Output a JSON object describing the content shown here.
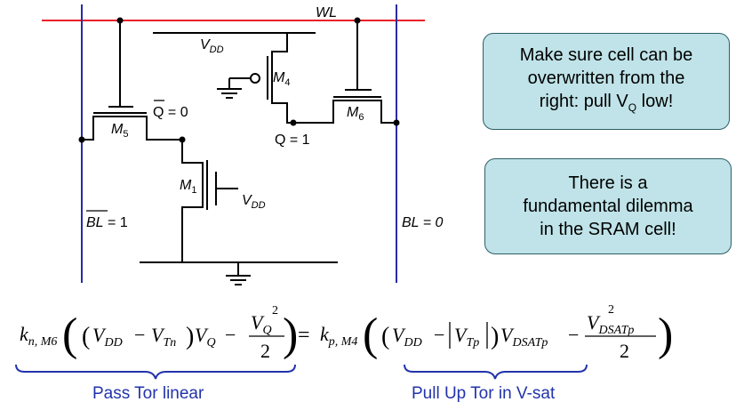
{
  "circuit": {
    "wl": "WL",
    "vdd_top": "V",
    "vdd_top_sub": "DD",
    "m4": "M",
    "m4_sub": "4",
    "m6": "M",
    "m6_sub": "6",
    "m5": "M",
    "m5_sub": "5",
    "m1": "M",
    "m1_sub": "1",
    "vdd_gate": "V",
    "vdd_gate_sub": "DD",
    "qbar_letter": "Q",
    "qbar_val": " = 0",
    "q_label": "Q = 1",
    "bl_bar_letters": "BL",
    "bl_bar_val": " = 1",
    "bl_label": "BL = 0"
  },
  "callouts": {
    "overwrite_line1": "Make sure cell can be",
    "overwrite_line2": "overwritten from the",
    "overwrite_line3a": "right: pull V",
    "overwrite_line3_sub": "Q",
    "overwrite_line3b": " low!",
    "dilemma_line1": "There is a",
    "dilemma_line2": "fundamental dilemma",
    "dilemma_line3": "in the SRAM cell!"
  },
  "equation": {
    "kn": "k",
    "kn_sub": "n, M6",
    "vdd": "V",
    "vdd_sub": "DD",
    "minus": "−",
    "vtn": "V",
    "vtn_sub": "Tn",
    "vq": "V",
    "vq_sub": "Q",
    "vq2": "V",
    "vq2_sub": "Q",
    "sq": "2",
    "two": "2",
    "equals": "=",
    "kp": "k",
    "kp_sub": "p, M4",
    "vdd2": "V",
    "vdd2_sub": "DD",
    "vtp": "V",
    "vtp_sub": "Tp",
    "vdsat": "V",
    "vdsat_sub": "DSATp",
    "vdsat2": "V",
    "vdsat2_sub": "DSATp",
    "sq2": "2",
    "two2": "2"
  },
  "captions": {
    "pass": "Pass Tor linear",
    "pullup": "Pull Up Tor in V-sat"
  },
  "colors": {
    "wordline": "#e8202a",
    "bitline": "#2a2aa8",
    "wire": "#000000",
    "brace": "#2233aa",
    "callout_fill": "#bfe3e8"
  }
}
